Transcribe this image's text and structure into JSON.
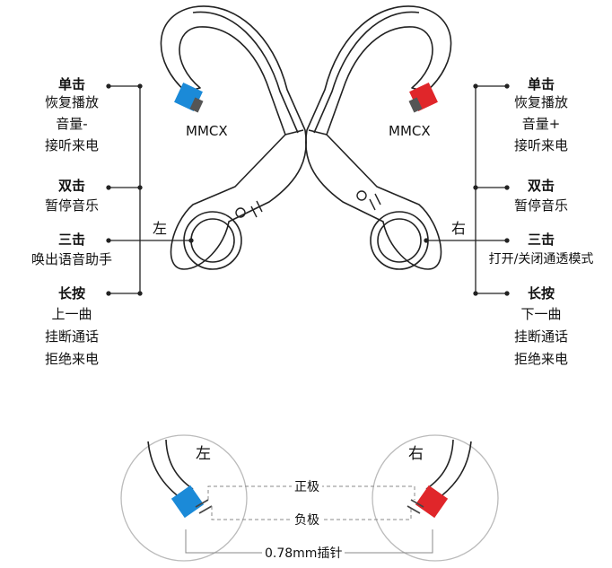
{
  "colors": {
    "left_connector": "#1b8ad8",
    "right_connector": "#e0262a",
    "outline": "#222222",
    "dashed": "#888888"
  },
  "earphone": {
    "connector_label": "MMCX",
    "left_side": "左",
    "right_side": "右"
  },
  "left_controls": [
    {
      "action": "单击",
      "lines": [
        "恢复播放",
        "音量-",
        "接听来电"
      ]
    },
    {
      "action": "双击",
      "lines": [
        "暂停音乐"
      ]
    },
    {
      "action": "三击",
      "lines": [
        "唤出语音助手"
      ]
    },
    {
      "action": "长按",
      "lines": [
        "上一曲",
        "挂断通话",
        "拒绝来电"
      ]
    }
  ],
  "right_controls": [
    {
      "action": "单击",
      "lines": [
        "恢复播放",
        "音量+",
        "接听来电"
      ]
    },
    {
      "action": "双击",
      "lines": [
        "暂停音乐"
      ]
    },
    {
      "action": "三击",
      "lines": [
        "打开/关闭通透模式"
      ]
    },
    {
      "action": "长按",
      "lines": [
        "下一曲",
        "挂断通话",
        "拒绝来电"
      ]
    }
  ],
  "pins": {
    "left": "左",
    "right": "右",
    "positive": "正极",
    "negative": "负极",
    "pin_spec": "0.78mm插针"
  }
}
